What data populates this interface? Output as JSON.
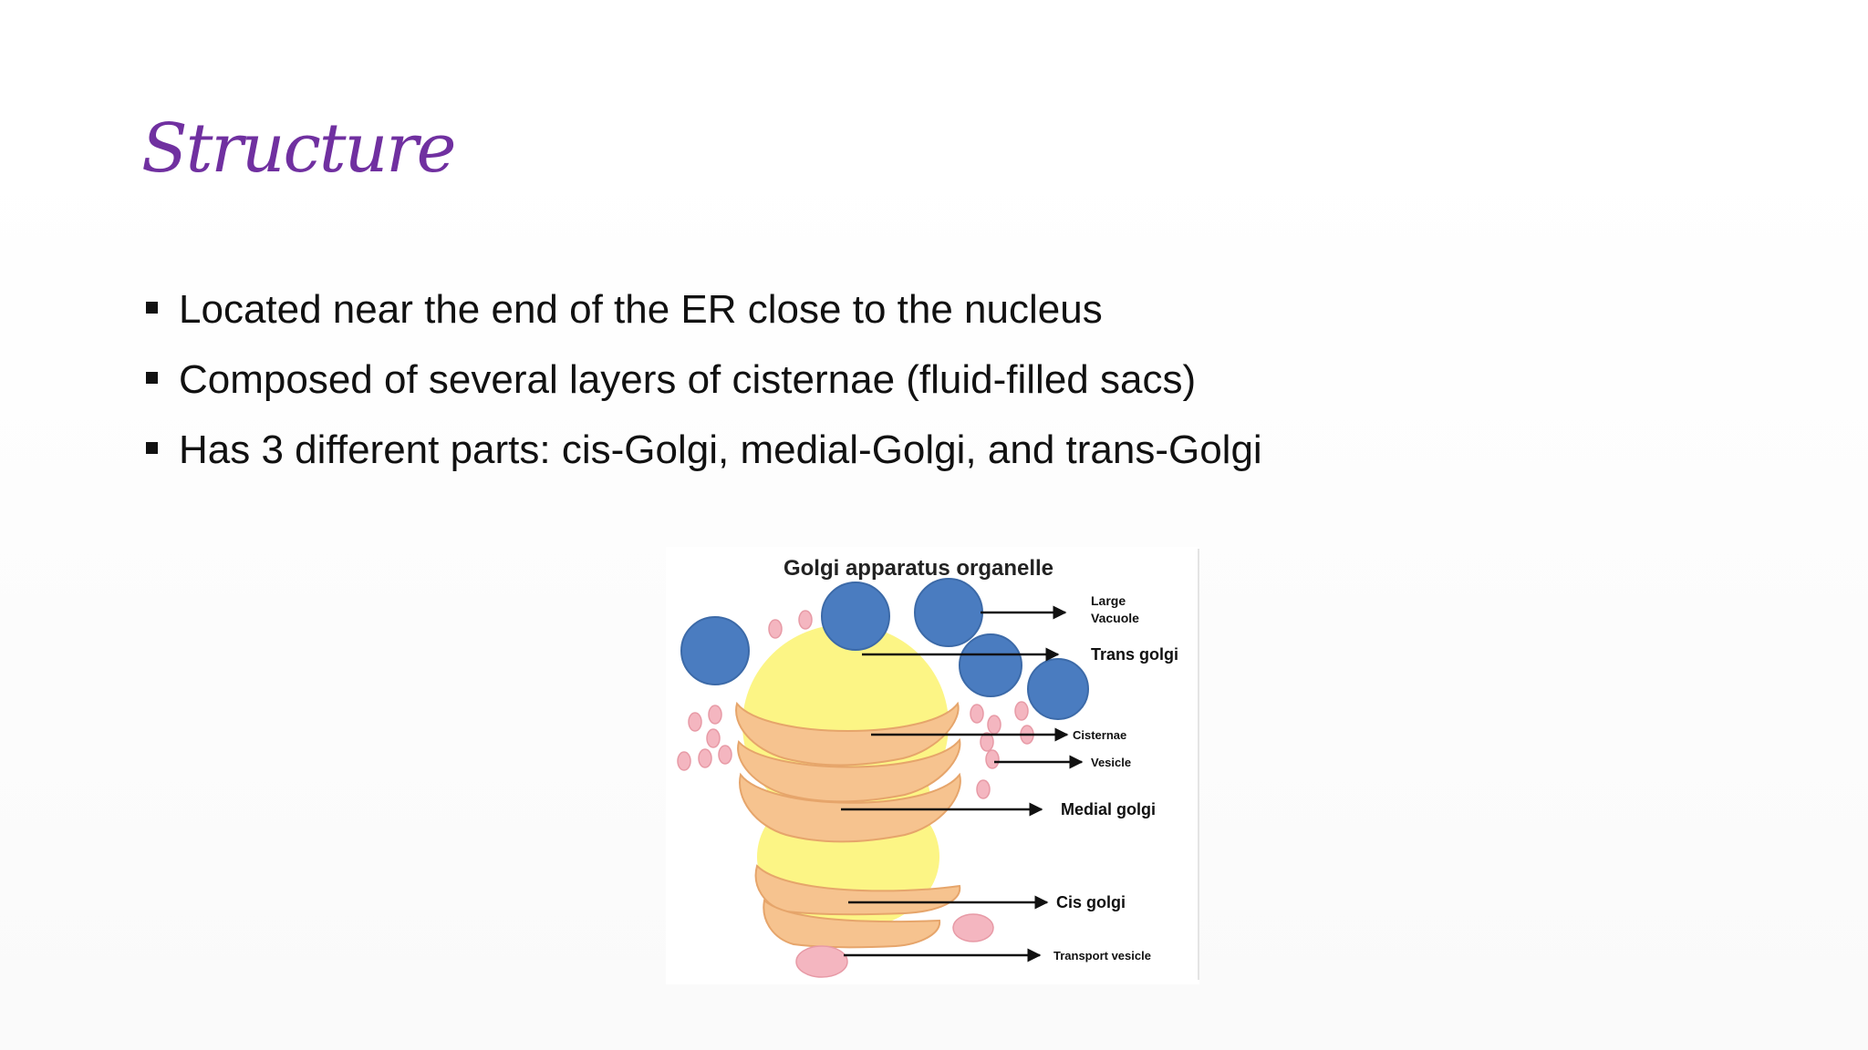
{
  "slide": {
    "title": "Structure",
    "bullets": [
      "Located near the end of the ER close to the nucleus",
      "Composed of several layers of cisternae (fluid-filled sacs)",
      "Has 3 different parts: cis-Golgi, medial-Golgi, and trans-Golgi"
    ]
  },
  "figure": {
    "title": "Golgi apparatus organelle",
    "labels": {
      "large_vacuole_line1": "Large",
      "large_vacuole_line2": "Vacuole",
      "trans_golgi": "Trans golgi",
      "cisternae": "Cisternae",
      "vesicle": "Vesicle",
      "medial_golgi": "Medial golgi",
      "cis_golgi": "Cis golgi",
      "transport_vesicle": "Transport vesicle"
    }
  },
  "colors": {
    "title": "#7030a0",
    "vacuole": "#4a7cc0",
    "cytoplasm": "#fcf585",
    "cisterna": "#f6c38f",
    "vesicle": "#f4b6c0"
  }
}
